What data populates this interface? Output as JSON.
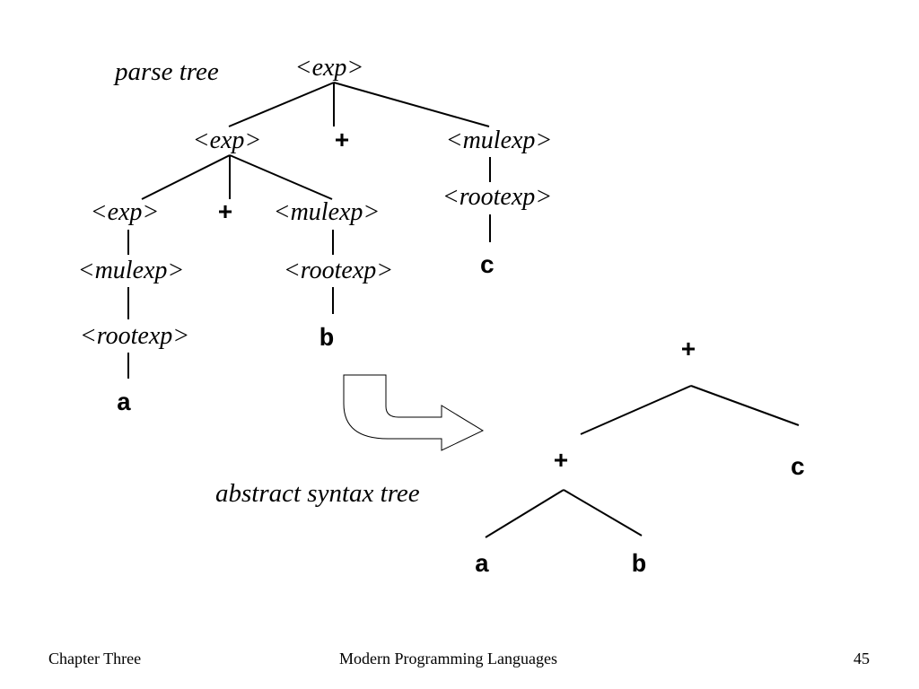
{
  "captions": {
    "parse_tree": "parse tree",
    "abstract_syntax_tree": "abstract syntax tree"
  },
  "parse_tree": {
    "root": "<exp>",
    "exp_1": "<exp>",
    "plus_1": "+",
    "mulexp_1": "<mulexp>",
    "exp_2": "<exp>",
    "plus_2": "+",
    "mulexp_2": "<mulexp>",
    "rootexp_c": "<rootexp>",
    "leaf_c": "c",
    "mulexp_3": "<mulexp>",
    "rootexp_b": "<rootexp>",
    "leaf_b": "b",
    "rootexp_a": "<rootexp>",
    "leaf_a": "a"
  },
  "ast": {
    "root": "+",
    "inner": "+",
    "leaf_c": "c",
    "leaf_a": "a",
    "leaf_b": "b"
  },
  "footer": {
    "left": "Chapter Three",
    "center": "Modern Programming Languages",
    "page": "45"
  }
}
